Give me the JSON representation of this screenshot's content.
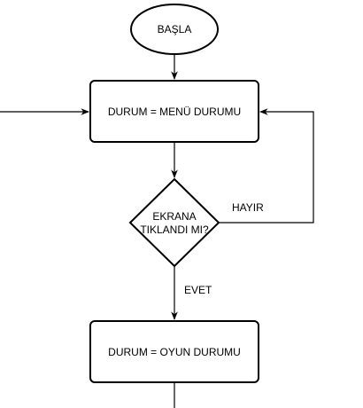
{
  "diagram": {
    "start_label": "BAŞLA",
    "menu_state_label": "DURUM = MENÜ DURUMU",
    "decision_line1": "EKRANA",
    "decision_line2": "TIKLANDI MI?",
    "no_label": "HAYIR",
    "yes_label": "EVET",
    "game_state_label": "DURUM = OYUN DURUMU"
  },
  "colors": {
    "stroke": "#000000",
    "fill": "#ffffff",
    "text": "#000000"
  }
}
